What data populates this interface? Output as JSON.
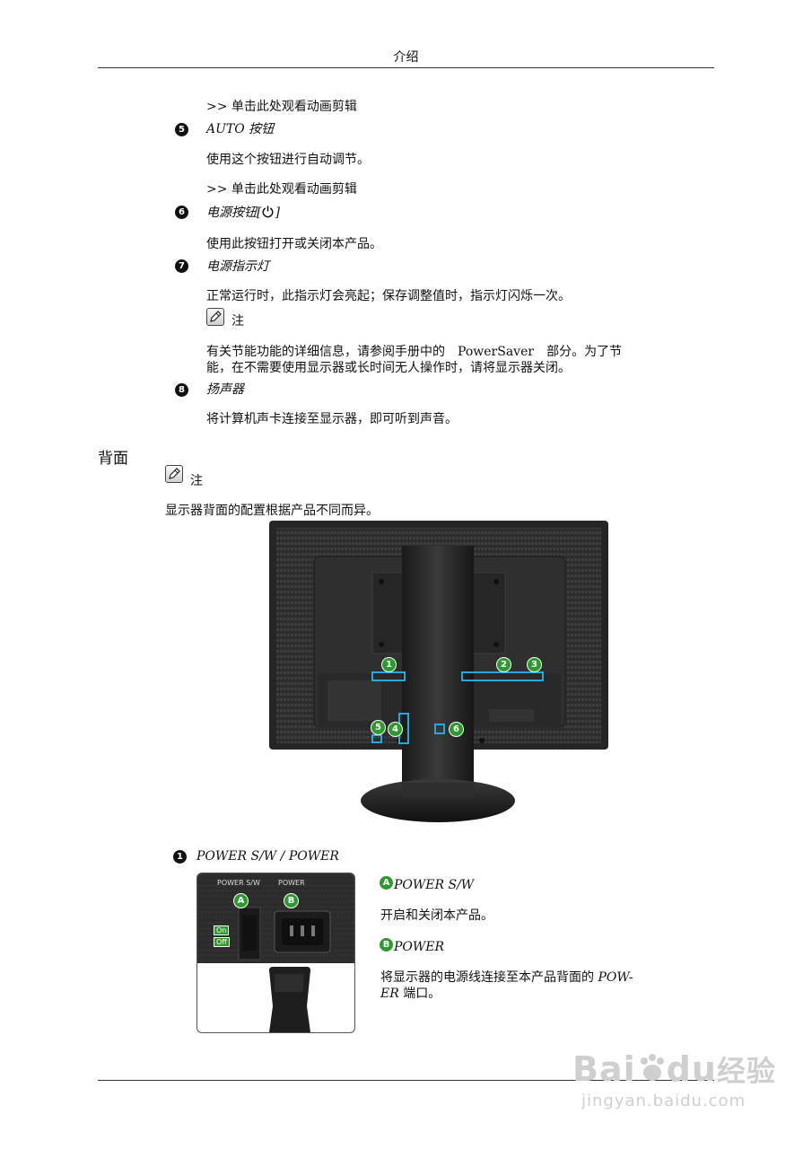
{
  "header": {
    "title": "介绍"
  },
  "items": {
    "link_1": ">> 单击此处观看动画剪辑",
    "item5": {
      "num": "5",
      "title": "AUTO 按钮",
      "desc": "使用这个按钮进行自动调节。",
      "link": ">> 单击此处观看动画剪辑"
    },
    "item6": {
      "num": "6",
      "title": "电源按钮[",
      "title_end": "]",
      "desc": "使用此按钮打开或关闭本产品。"
    },
    "item7": {
      "num": "7",
      "title": "电源指示灯",
      "desc": "正常运行时，此指示灯会亮起；保存调整值时，指示灯闪烁一次。"
    },
    "note1": {
      "label": "注",
      "line1": "有关节能功能的详细信息，请参阅手册中的　PowerSaver　部分。为了节",
      "line2": "能，在不需要使用显示器或长时间无人操作时，请将显示器关闭。"
    },
    "item8": {
      "num": "8",
      "title": "扬声器",
      "desc": "将计算机声卡连接至显示器，即可听到声音。"
    }
  },
  "back": {
    "title": "背面",
    "note_label": "注",
    "note_text": "显示器背面的配置根据产品不同而异。",
    "callouts": [
      "1",
      "2",
      "3",
      "4",
      "5",
      "6"
    ]
  },
  "power": {
    "num": "1",
    "title": "POWER S/W / POWER",
    "image_labels": {
      "sw": "POWER S/W",
      "power": "POWER",
      "a": "A",
      "b": "B",
      "on": "On",
      "off": "Off"
    },
    "a": {
      "badge": "A",
      "title": "POWER S/W",
      "desc": "开启和关闭本产品。"
    },
    "b": {
      "badge": "B",
      "title": "POWER",
      "desc_part1": "将显示器的电源线连接至本产品背面的 ",
      "desc_code1": "POW-",
      "desc_code2": "ER",
      "desc_part2": " 端口。"
    }
  },
  "watermark": {
    "brand": "Bai",
    "brand_du": "du",
    "service": "经验",
    "url": "jingyan.baidu.com"
  }
}
